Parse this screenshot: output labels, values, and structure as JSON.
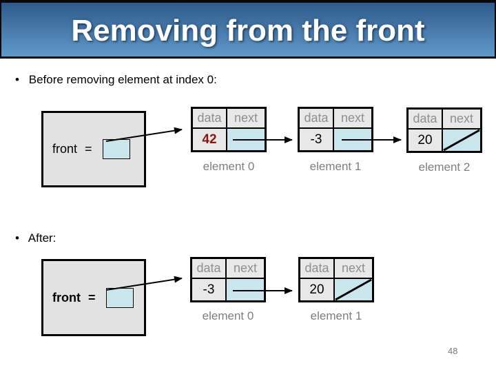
{
  "slide": {
    "title": "Removing from the front",
    "bullet_char": "•",
    "bullet_before": "Before removing element at index 0:",
    "bullet_after": "After:",
    "page_number": "48"
  },
  "labels": {
    "front": "front",
    "equals": "=",
    "data_header": "data",
    "next_header": "next"
  },
  "before": {
    "nodes": [
      {
        "data": "42",
        "label": "element 0",
        "null_next": false,
        "data_highlighted": true
      },
      {
        "data": "-3",
        "label": "element 1",
        "null_next": false,
        "data_highlighted": false
      },
      {
        "data": "20",
        "label": "element 2",
        "null_next": true,
        "data_highlighted": false
      }
    ]
  },
  "after": {
    "nodes": [
      {
        "data": "-3",
        "label": "element 0",
        "null_next": false,
        "data_highlighted": false
      },
      {
        "data": "20",
        "label": "element 1",
        "null_next": true,
        "data_highlighted": false
      }
    ]
  },
  "colors": {
    "accent-red": "#8b1414",
    "cell-blue": "#c9e6ec",
    "cell-gray": "#e8e8e8",
    "box-gray": "#e2e2e2",
    "label-gray": "#7d7d7d",
    "header-gray": "#8f8f8f",
    "banner-top": "#2e5b8b",
    "banner-bottom": "#6199ca",
    "page-gray": "#7a7a7a"
  }
}
